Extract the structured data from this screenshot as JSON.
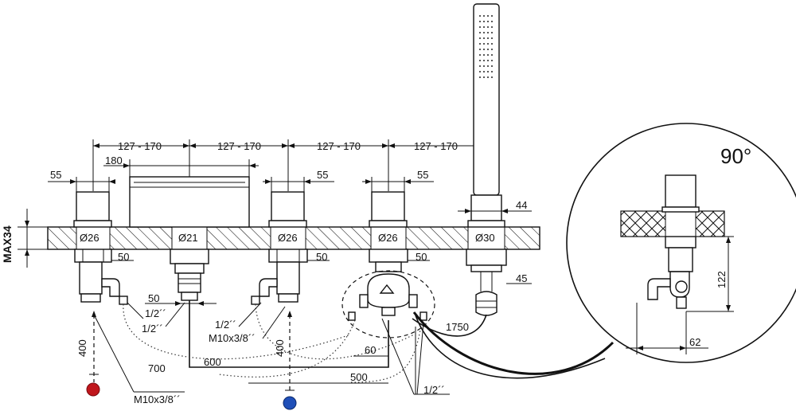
{
  "dimensions": {
    "spacing": [
      "127 - 170",
      "127 - 170",
      "127 - 170",
      "127 - 170"
    ],
    "width_55": "55",
    "spout_width": "180",
    "handshower_width": "44",
    "deck_max": "MAX34",
    "diameters": [
      "Ø26",
      "Ø21",
      "Ø26",
      "Ø26",
      "Ø30"
    ],
    "offset_50": "50",
    "offset_45": "45",
    "valve_height": "400",
    "hose_700": "700",
    "hose_600": "600",
    "hose_500": "500",
    "offset_60": "60",
    "hose_1750": "1750",
    "detail_height": "122",
    "detail_width": "62",
    "thread_half": "1/2´´",
    "thread_m10": "M10x3/8´´"
  },
  "detail": {
    "angle": "90°"
  },
  "colors": {
    "hot": "#c0161c",
    "cold": "#1f4fb8",
    "line": "#111111"
  }
}
